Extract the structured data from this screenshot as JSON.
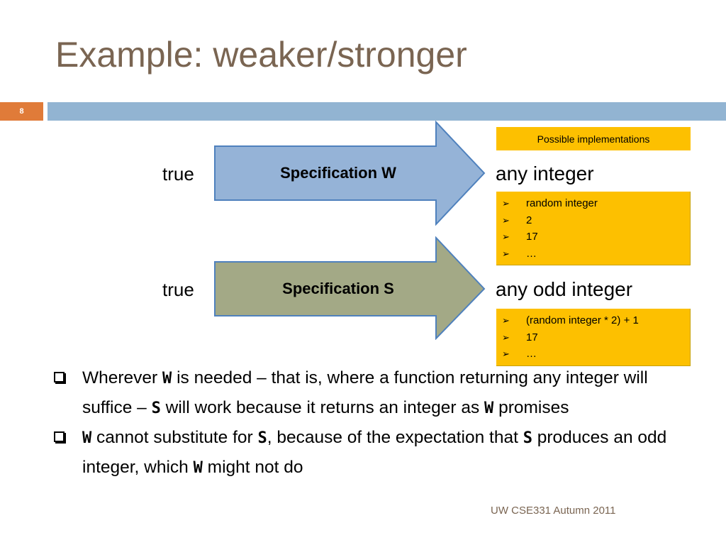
{
  "slide": {
    "title": "Example: weaker/stronger",
    "number": "8",
    "footer": "UW CSE331 Autumn 2011"
  },
  "colors": {
    "title": "#7a6552",
    "accent_bar": "#92b4d2",
    "number_badge": "#e07b39",
    "arrow_w": "#95b3d7",
    "arrow_s": "#a3a986",
    "highlight_box": "#fdc000"
  },
  "spec_w": {
    "pre": "true",
    "label": "Specification W",
    "post": "any integer"
  },
  "spec_s": {
    "pre": "true",
    "label": "Specification S",
    "post": "any odd integer"
  },
  "implementations": {
    "header": "Possible implementations",
    "w_items": [
      "random integer",
      "2",
      "17",
      "…"
    ],
    "s_items": [
      "(random integer * 2) + 1",
      "17",
      "…"
    ]
  },
  "bullets": {
    "b1": {
      "t1": "Wherever ",
      "c1": "W",
      "t2": " is needed – that is, where a function returning any integer will suffice – ",
      "c2": "S",
      "t3": " will work because it returns an integer as ",
      "c3": "W",
      "t4": " promises"
    },
    "b2": {
      "c1": "W",
      "t1": " cannot substitute for ",
      "c2": "S",
      "t2": ", because of the expectation that ",
      "c3": "S",
      "t3": " produces an odd integer, which ",
      "c4": "W",
      "t4": " might not do"
    }
  }
}
